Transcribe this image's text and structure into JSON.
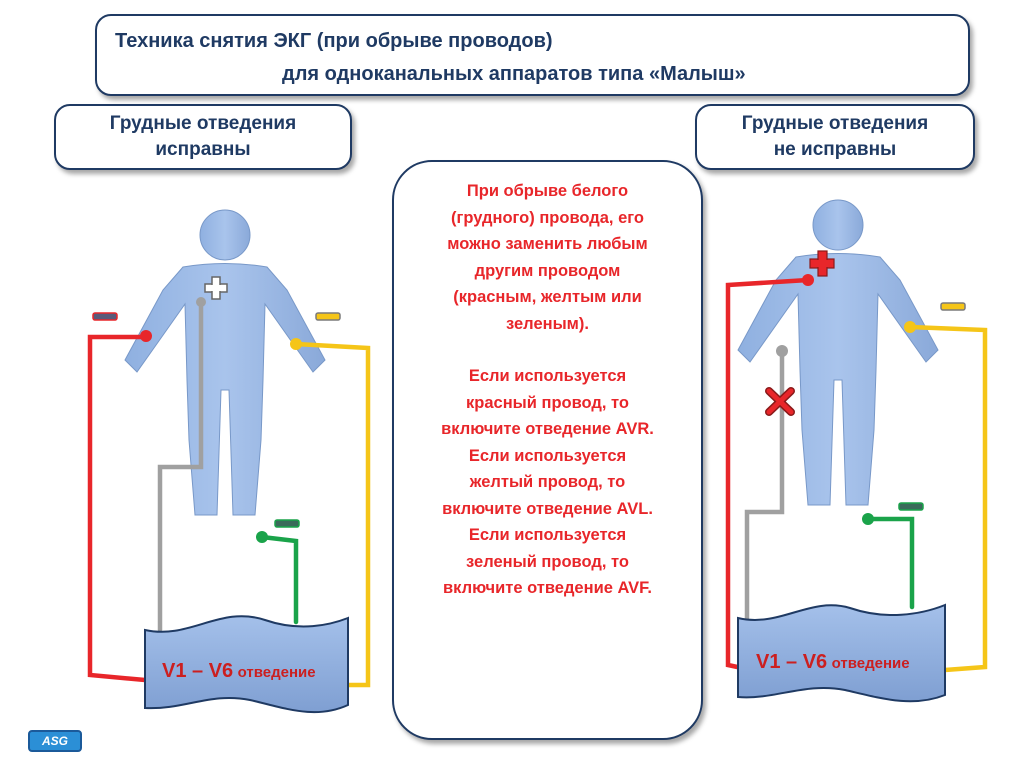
{
  "title": {
    "line1": "Техника снятия ЭКГ  (при обрыве проводов)",
    "line2": "для одноканальных аппаратов   типа «Малыш»"
  },
  "left_panel": {
    "status_line1": "Грудные  отведения",
    "status_line2": "исправны",
    "lead_main": "V1 – V6",
    "lead_suffix": "отведение"
  },
  "right_panel": {
    "status_line1": "Грудные  отведения",
    "status_line2": "не исправны",
    "lead_main": "V1 – V6",
    "lead_suffix": "отведение"
  },
  "center": {
    "paragraph1": [
      "При обрыве белого",
      "(грудного) провода, его",
      "можно заменить любым",
      "другим  проводом",
      "(красным, желтым или",
      "зеленым)."
    ],
    "paragraph2": [
      "Если используется",
      "красный провод, то",
      "включите отведение AVR.",
      "Если используется",
      "желтый провод, то",
      "включите отведение AVL.",
      "Если используется",
      "зеленый провод, то",
      "включите отведение AVF."
    ]
  },
  "badge": "ASG",
  "colors": {
    "red_wire": "#e8262a",
    "yellow_wire": "#f5c518",
    "green_wire": "#1aa34a",
    "gray_wire": "#a0a0a0",
    "body_fill": "#9dbbe6",
    "text_dark": "#1f3a63",
    "text_red": "#e8262a"
  }
}
